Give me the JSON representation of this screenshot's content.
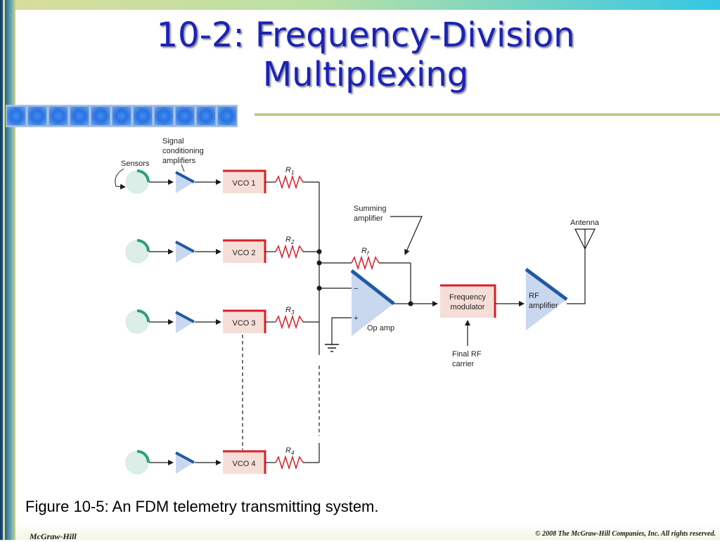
{
  "slide": {
    "title_line1": "10-2: Frequency-Division",
    "title_line2": "Multiplexing",
    "caption": "Figure 10-5: An FDM telemetry transmitting system.",
    "footer_left": "McGraw-Hill",
    "footer_right": "© 2008 The McGraw-Hill Companies, Inc. All rights reserved.",
    "accent_color": "#1a22b8"
  },
  "diagram": {
    "sensors_label": "Sensors",
    "signal_cond_line1": "Signal",
    "signal_cond_line2": "conditioning",
    "signal_cond_line3": "amplifiers",
    "vco1": "VCO 1",
    "vco2": "VCO 2",
    "vco3": "VCO 3",
    "vco4": "VCO 4",
    "r1": "R",
    "r1_sub": "1",
    "r2": "R",
    "r2_sub": "2",
    "r3": "R",
    "r3_sub": "3",
    "r4": "R",
    "r4_sub": "4",
    "rf": "R",
    "rf_sub": "f",
    "summing_line1": "Summing",
    "summing_line2": "amplifier",
    "opamp_minus": "−",
    "opamp_plus": "+",
    "opamp_label": "Op amp",
    "freq_mod_line1": "Frequency",
    "freq_mod_line2": "modulator",
    "final_rf_line1": "Final RF",
    "final_rf_line2": "carrier",
    "rf_amp_line1": "RF",
    "rf_amp_line2": "amplifier",
    "antenna_label": "Antenna"
  }
}
